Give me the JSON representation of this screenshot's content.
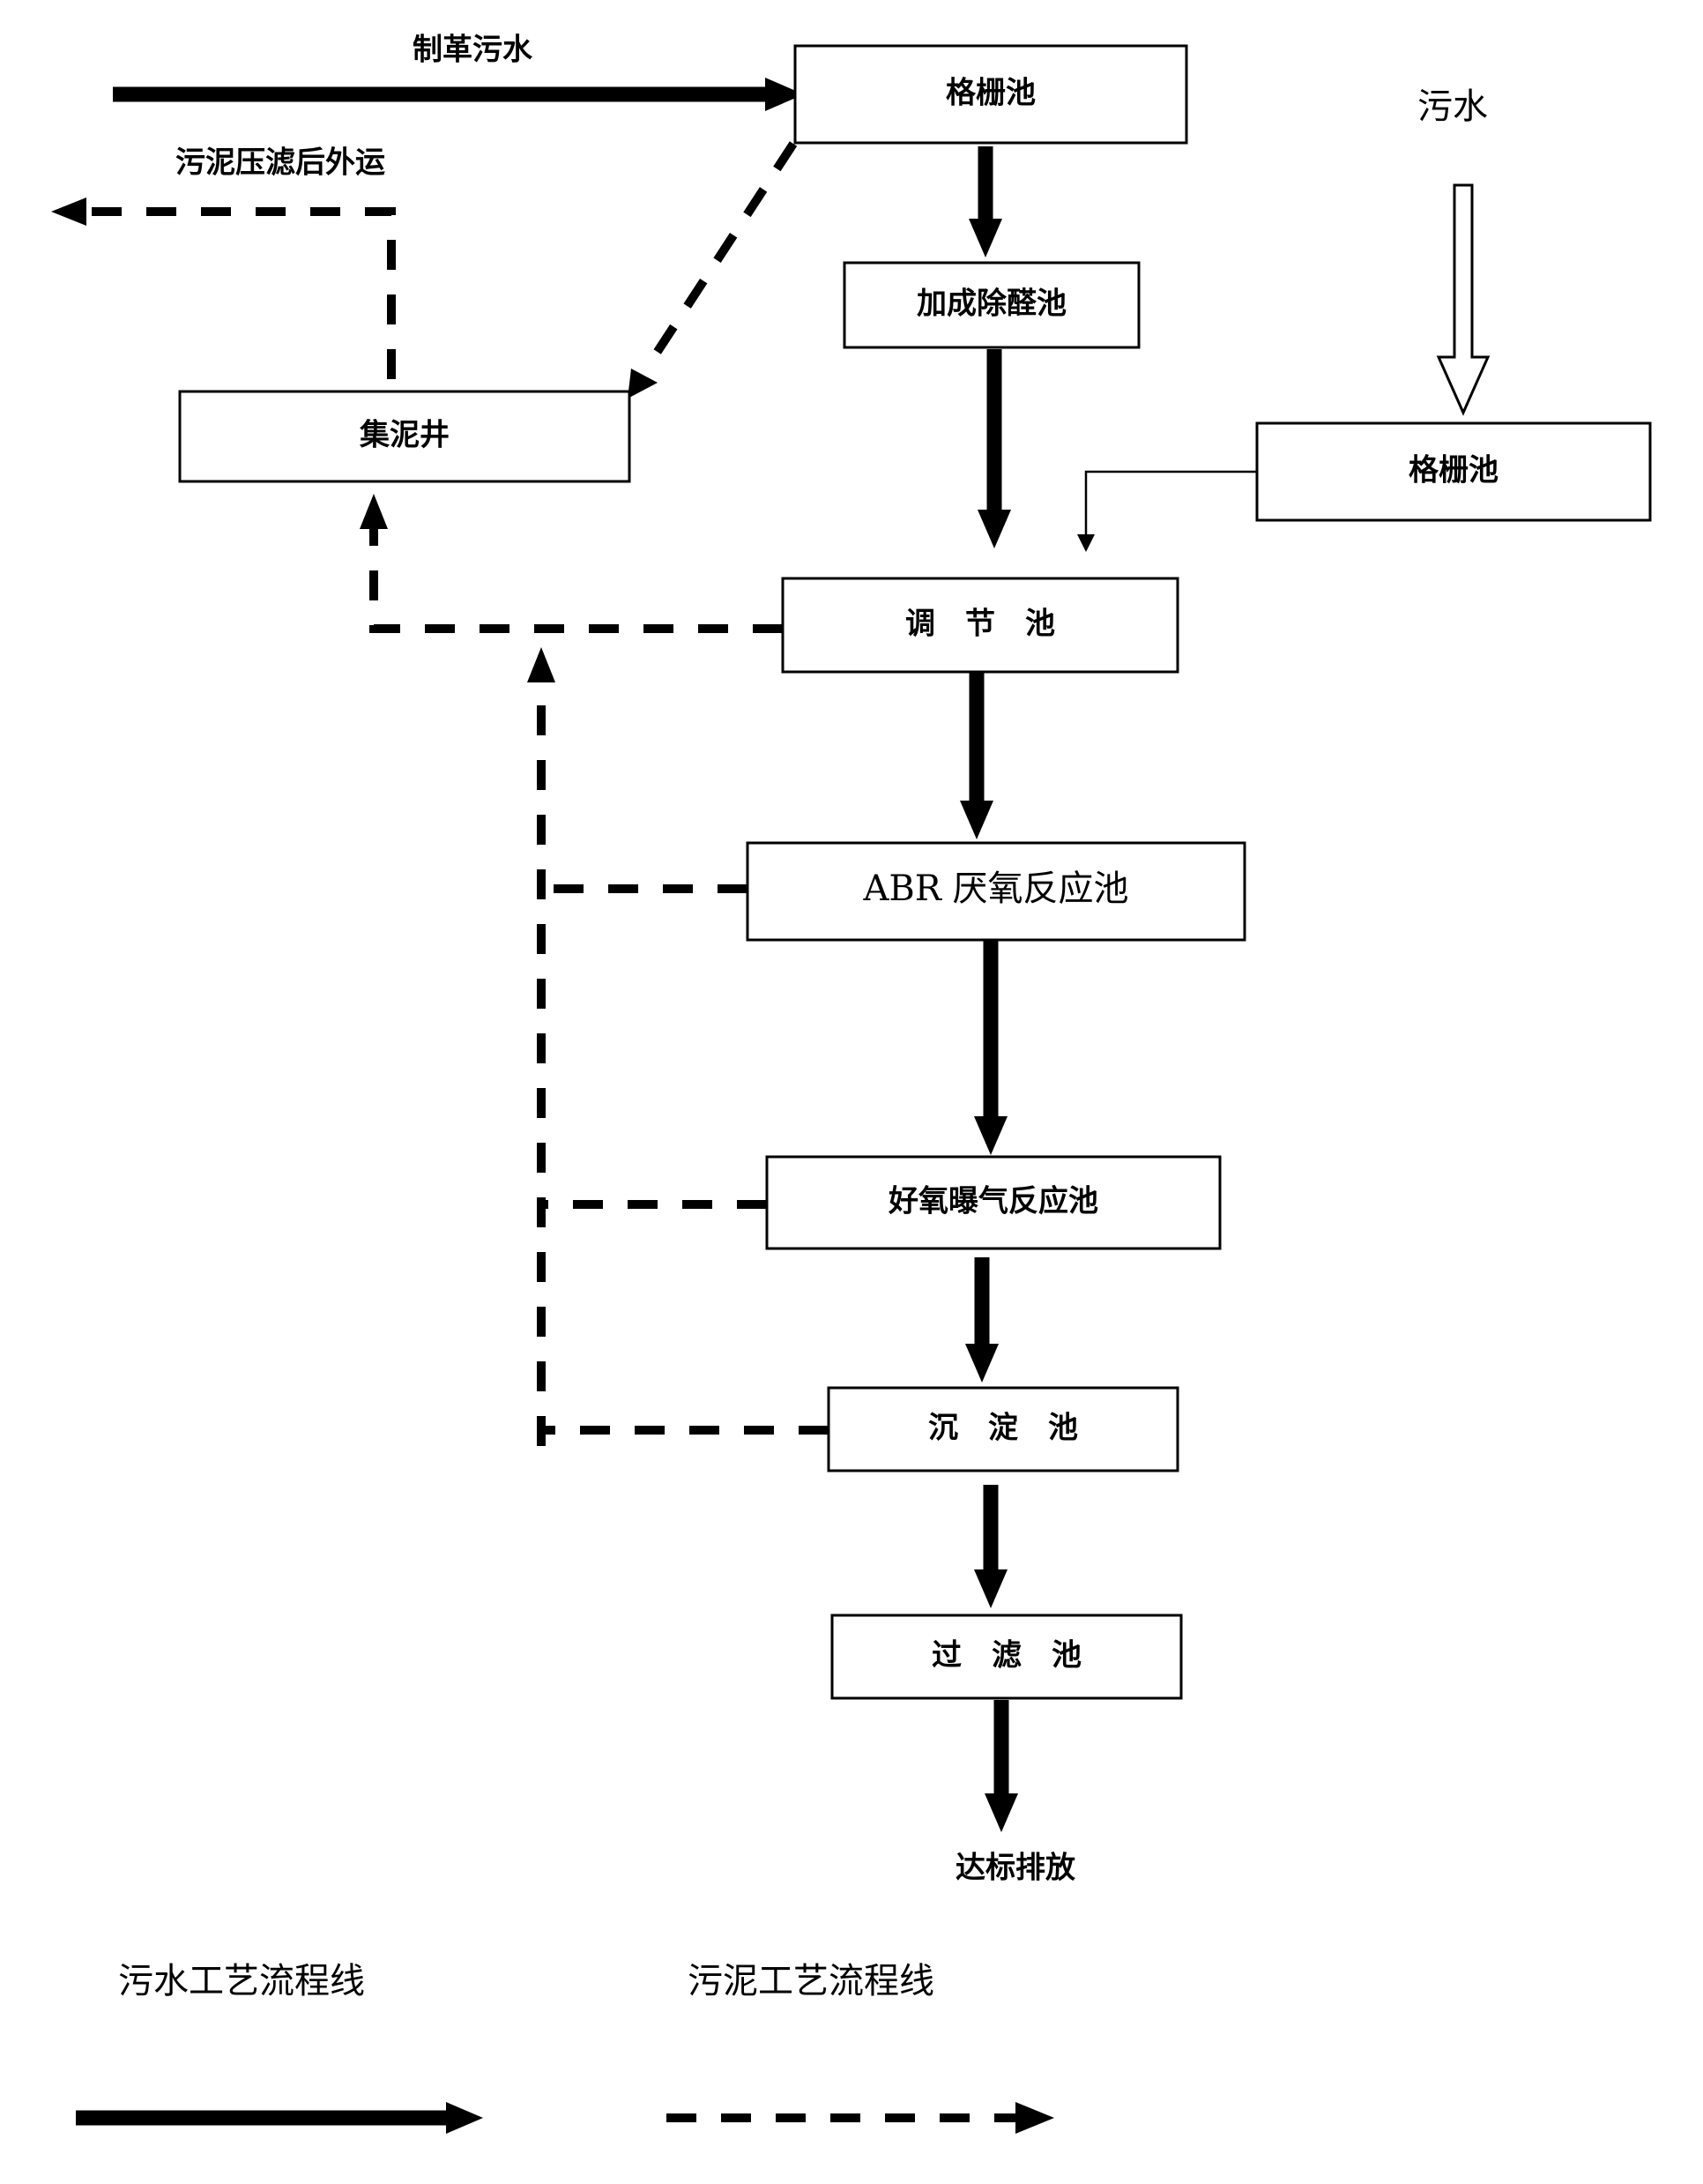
{
  "nodes": {
    "grille_1": "格栅池",
    "aldehyde_removal": "加成除醛池",
    "sludge_well": "集泥井",
    "grille_2": "格栅池",
    "regulating": "调　节　池",
    "abr": "ABR 厌氧反应池",
    "aerobic": "好氧曝气反应池",
    "sedimentation": "沉　淀　池",
    "filter": "过　滤　池"
  },
  "labels": {
    "tannery_wastewater": "制革污水",
    "sludge_export": "污泥压滤后外运",
    "wastewater": "污水",
    "discharge": "达标排放"
  },
  "legend": {
    "wastewater_line": "污水工艺流程线",
    "sludge_line": "污泥工艺流程线"
  }
}
